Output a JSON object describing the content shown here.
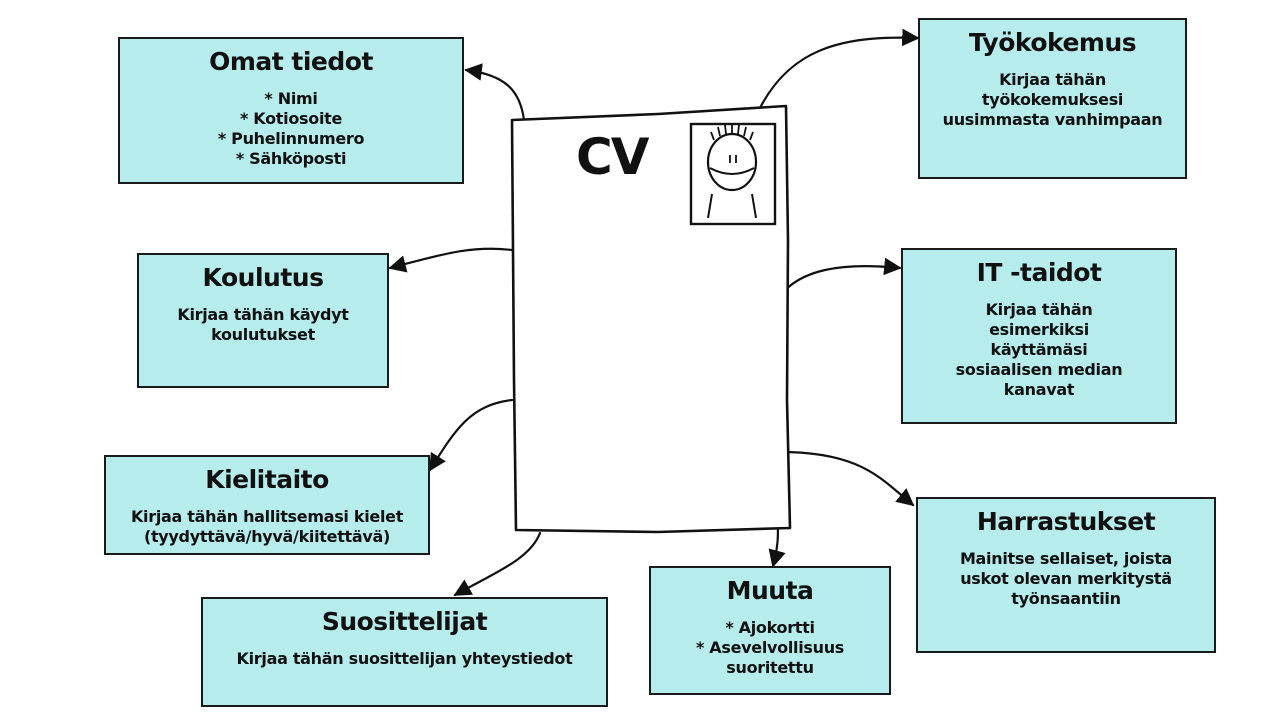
{
  "cv_title": "CV",
  "boxes": {
    "omat_tiedot": {
      "title": "Omat tiedot",
      "items": [
        "* Nimi",
        "* Kotiosoite",
        "* Puhelinnumero",
        "* Sähköposti"
      ]
    },
    "koulutus": {
      "title": "Koulutus",
      "text": "Kirjaa tähän käydyt\nkoulutukset"
    },
    "kielitaito": {
      "title": "Kielitaito",
      "text": "Kirjaa tähän hallitsemasi kielet\n(tyydyttävä/hyvä/kiitettävä)"
    },
    "suosittelijat": {
      "title": "Suosittelijat",
      "text": "Kirjaa tähän suosittelijan yhteystiedot"
    },
    "muuta": {
      "title": "Muuta",
      "items": [
        "* Ajokortti",
        "* Asevelvollisuus\nsuoritettu"
      ]
    },
    "tyokokemus": {
      "title": "Työkokemus",
      "text": "Kirjaa tähän\ntyökokemuksesi\nuusimmasta vanhimpaan"
    },
    "it_taidot": {
      "title": "IT -taidot",
      "text": "Kirjaa tähän\nesimerkiksi\nkäyttämäsi\nsosiaalisen median\nkanavat"
    },
    "harrastukset": {
      "title": "Harrastukset",
      "text": "Mainitse sellaiset, joista\nuskot olevan merkitystä\ntyönsaantiin"
    }
  }
}
